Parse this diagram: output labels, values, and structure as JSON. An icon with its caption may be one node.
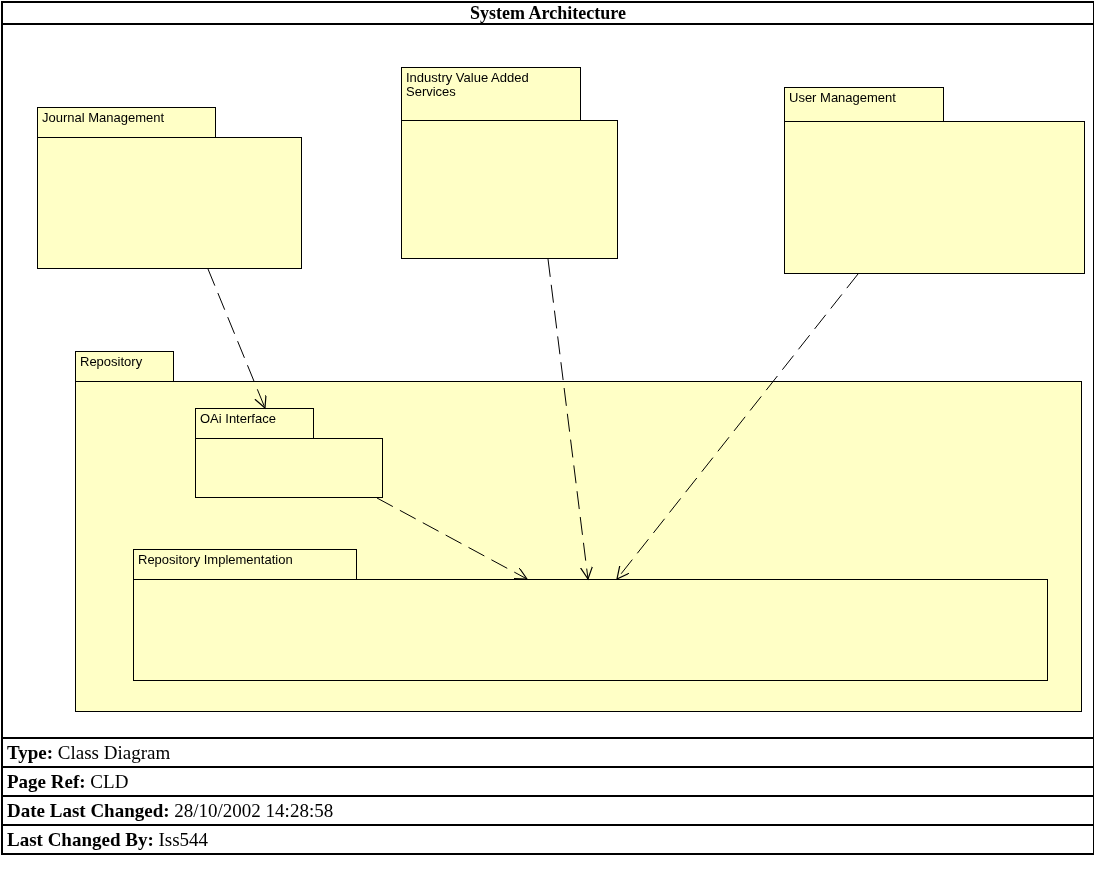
{
  "diagram": {
    "title": "System Architecture",
    "nodes": [
      {
        "text": [
          "Journal Management"
        ]
      },
      {
        "text": [
          "Industry Value Added Services"
        ]
      },
      {
        "text": [
          "User Management"
        ]
      },
      {
        "text": [
          "Repository"
        ]
      },
      {
        "text": [
          "OAi Interface"
        ],
        "in": 3
      },
      {
        "text": [
          "Repository Implementation"
        ],
        "in": 3
      }
    ],
    "edges": [
      {
        "from": 0,
        "to": 4,
        "arrow": "to",
        "style": "dashed"
      },
      {
        "from": 4,
        "to": 5,
        "arrow": "to",
        "style": "dashed"
      },
      {
        "from": 1,
        "to": 5,
        "arrow": "to",
        "style": "dashed"
      },
      {
        "from": 2,
        "to": 5,
        "arrow": "to",
        "style": "dashed"
      }
    ],
    "labels": [
      "**Type:** Class Diagram",
      "**Page Ref:** CLD",
      "**Date Last Changed:** 28/10/2002 14:28:58",
      "**Last Changed By:** Iss544"
    ]
  }
}
